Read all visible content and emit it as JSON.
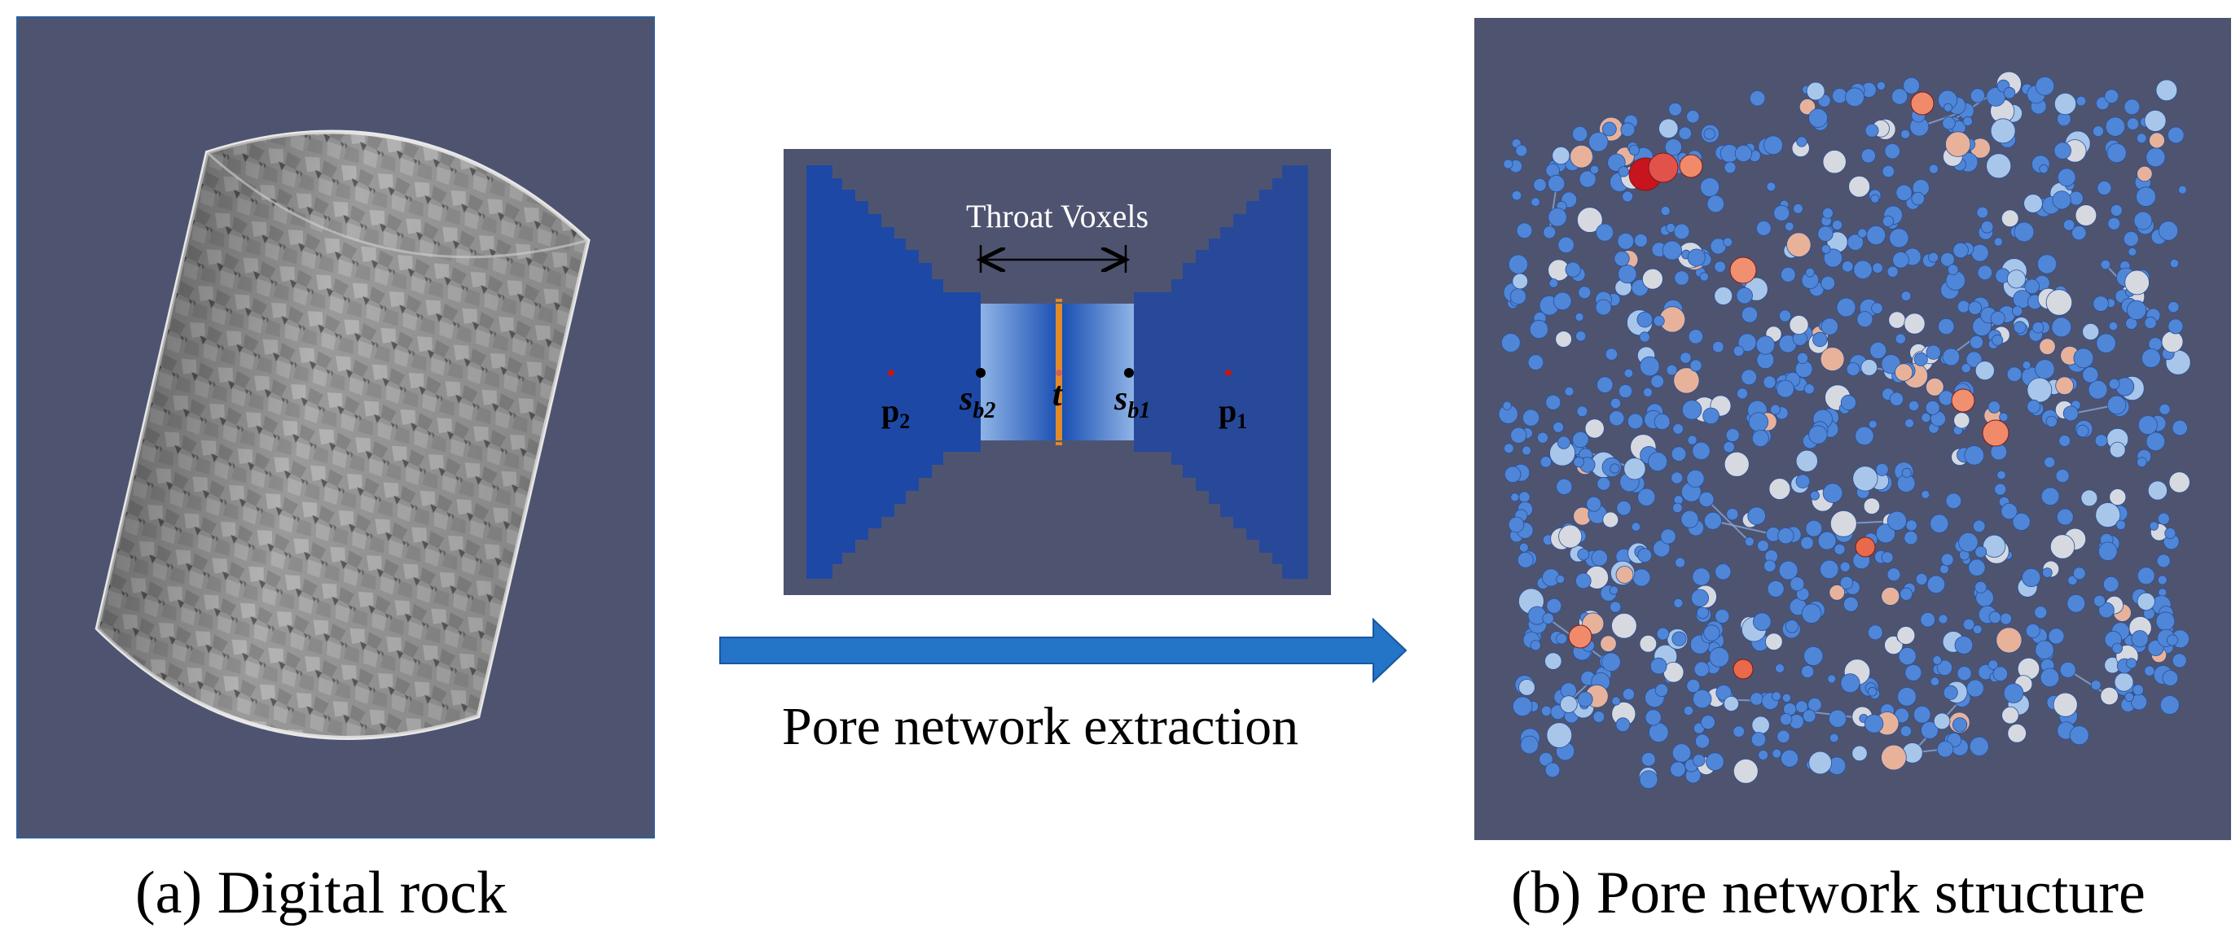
{
  "panel_a": {
    "caption": "(a) Digital rock"
  },
  "panel_b": {
    "caption": "(b) Pore network structure"
  },
  "middle": {
    "arrow_label": "Pore network extraction",
    "throat_title": "Throat Voxels",
    "labels": {
      "p2": "p",
      "p2_sub": "2",
      "p1": "p",
      "p1_sub": "1",
      "sb2": "s",
      "sb2_sub": "b2",
      "sb1": "s",
      "sb1_sub": "b1",
      "t": "t"
    }
  },
  "colors": {
    "background_panel": "#4e5470",
    "pore_blue": "#1f4aa8",
    "arrow_blue": "#2474c8",
    "throat_orange": "#e08a2a"
  }
}
